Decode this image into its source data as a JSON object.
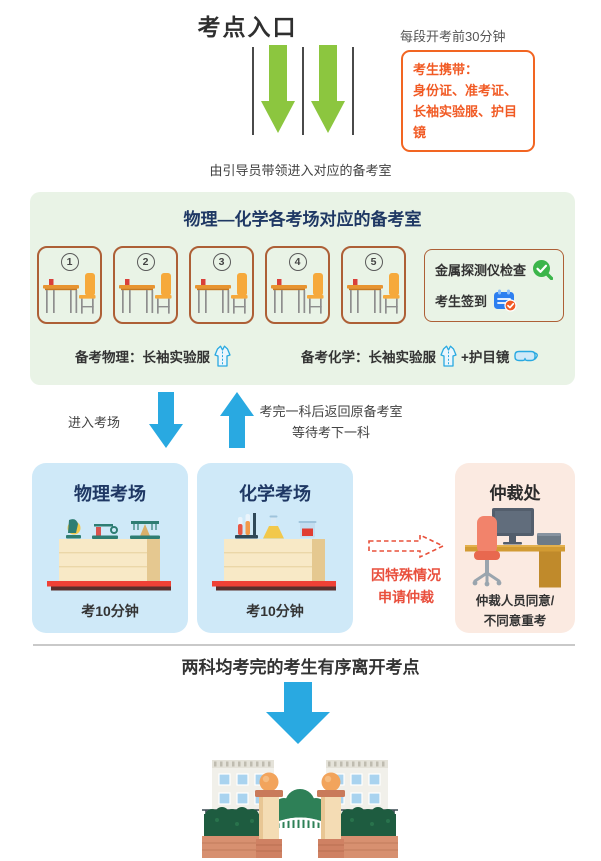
{
  "header": {
    "title": "考点入口",
    "timing_note": "每段开考前30分钟",
    "bring_box": {
      "line1": "考生携带：",
      "line2": "身份证、准考证、",
      "line3": "长袖实验服、护目镜"
    }
  },
  "guide_note": "由引导员带领进入对应的备考室",
  "prep_room": {
    "title": "物理—化学各考场对应的备考室",
    "seats": [
      "1",
      "2",
      "3",
      "4",
      "5"
    ],
    "checks": {
      "metal_detector": "金属探测仪检查",
      "sign_in": "考生签到"
    },
    "physics_prep": "备考物理：长袖实验服",
    "chemistry_prep": "备考化学：长袖实验服",
    "goggles_suffix": "+护目镜"
  },
  "transfer": {
    "enter_label": "进入考场",
    "return_line1": "考完一科后返回原备考室",
    "return_line2": "等待考下一科"
  },
  "exam_rooms": {
    "physics": {
      "title": "物理考场",
      "duration": "考10分钟"
    },
    "chemistry": {
      "title": "化学考场",
      "duration": "考10分钟"
    }
  },
  "arbitration": {
    "title": "仲裁处",
    "reason_line1": "因特殊情况",
    "reason_line2": "申请仲裁",
    "result_line1": "仲裁人员同意/",
    "result_line2": "不同意重考"
  },
  "exit": {
    "note": "两科均考完的考生有序离开考点"
  },
  "icons": {
    "entry_arrows": "green-down-arrow",
    "metal_check": "magnifier-check",
    "sign_in": "calendar-check",
    "lab_coat": "lab-coat",
    "goggles": "safety-goggles",
    "transfer_arrows": "blue-up-down-arrows",
    "arbitration_request": "red-dashed-right-arrow",
    "exit_arrow": "blue-down-arrow",
    "gate": "school-gate"
  },
  "colors": {
    "entry_arrow_green": "#8CC63F",
    "orange_accent": "#F26522",
    "orange_text": "#F15A24",
    "prep_panel_bg": "#E9F3E6",
    "navy_title": "#1F3864",
    "card_border_brown": "#AD5F36",
    "blue_arrow": "#29A9E1",
    "room_card_bg": "#CFE9F8",
    "arbitration_bg": "#FBEAE1",
    "red_accent": "#E94F3D"
  }
}
